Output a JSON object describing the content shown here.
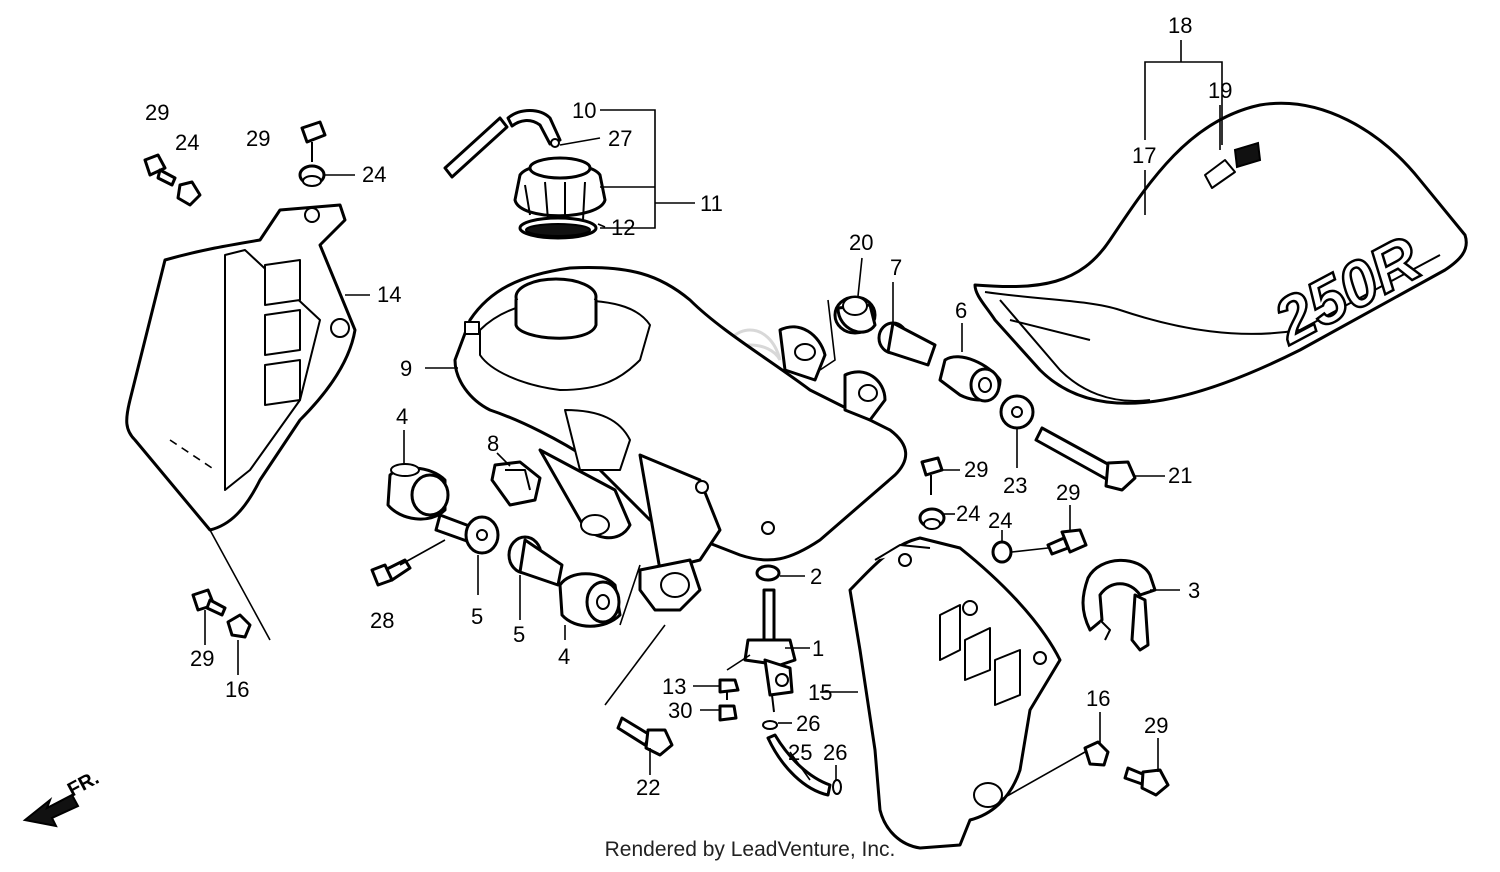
{
  "footer": {
    "credit": "Rendered by LeadVenture, Inc."
  },
  "seat": {
    "logo_text": "250R"
  },
  "direction_marker": {
    "label": "FR."
  },
  "callouts": [
    {
      "id": "c18",
      "text": "18"
    },
    {
      "id": "c19",
      "text": "19"
    },
    {
      "id": "c17",
      "text": "17"
    },
    {
      "id": "c29a",
      "text": "29"
    },
    {
      "id": "c24a",
      "text": "24"
    },
    {
      "id": "c29b",
      "text": "29"
    },
    {
      "id": "c24b",
      "text": "24"
    },
    {
      "id": "c10",
      "text": "10"
    },
    {
      "id": "c27",
      "text": "27"
    },
    {
      "id": "c11",
      "text": "11"
    },
    {
      "id": "c12",
      "text": "12"
    },
    {
      "id": "c14",
      "text": "14"
    },
    {
      "id": "c20",
      "text": "20"
    },
    {
      "id": "c7",
      "text": "7"
    },
    {
      "id": "c6",
      "text": "6"
    },
    {
      "id": "c9",
      "text": "9"
    },
    {
      "id": "c4a",
      "text": "4"
    },
    {
      "id": "c8",
      "text": "8"
    },
    {
      "id": "c23",
      "text": "23"
    },
    {
      "id": "c21",
      "text": "21"
    },
    {
      "id": "c29c",
      "text": "29"
    },
    {
      "id": "c24c",
      "text": "24"
    },
    {
      "id": "c24d",
      "text": "24"
    },
    {
      "id": "c29d",
      "text": "29"
    },
    {
      "id": "c28",
      "text": "28"
    },
    {
      "id": "c5a",
      "text": "5"
    },
    {
      "id": "c5b",
      "text": "5"
    },
    {
      "id": "c4b",
      "text": "4"
    },
    {
      "id": "c2",
      "text": "2"
    },
    {
      "id": "c3",
      "text": "3"
    },
    {
      "id": "c1",
      "text": "1"
    },
    {
      "id": "c29e",
      "text": "29"
    },
    {
      "id": "c16a",
      "text": "16"
    },
    {
      "id": "c13",
      "text": "13"
    },
    {
      "id": "c15",
      "text": "15"
    },
    {
      "id": "c30",
      "text": "30"
    },
    {
      "id": "c26a",
      "text": "26"
    },
    {
      "id": "c25",
      "text": "25"
    },
    {
      "id": "c26b",
      "text": "26"
    },
    {
      "id": "c22",
      "text": "22"
    },
    {
      "id": "c16b",
      "text": "16"
    },
    {
      "id": "c29f",
      "text": "29"
    }
  ]
}
